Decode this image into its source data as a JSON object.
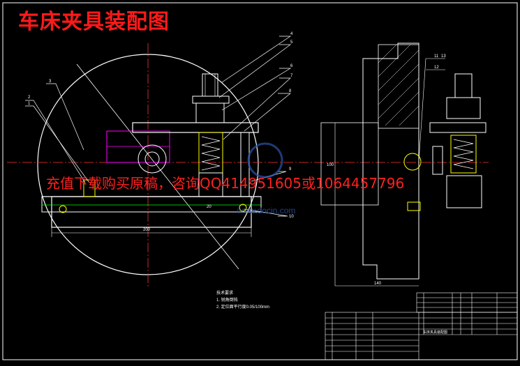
{
  "title": "车床夹具装配图",
  "watermark_text": "充值下载购买原稿，咨询QQ414951605或1064457796",
  "site_watermark": "www.docin.com",
  "colors": {
    "background": "#000000",
    "line": "#ffffff",
    "title": "#ff1a1a",
    "centerline": "#ff3030",
    "yellow": "#ffff00",
    "green": "#00ff00",
    "cyan": "#00ffff",
    "magenta": "#ff00ff",
    "blue_watermark": "#2a55a8"
  },
  "part_numbers_left": [
    "1",
    "2",
    "3",
    "4",
    "5",
    "6",
    "7",
    "8",
    "9",
    "10"
  ],
  "part_numbers_right": [
    "11",
    "12",
    "13"
  ],
  "dimensions": {
    "bottom_width": "200",
    "small_gap": "20",
    "right_view_width": "140",
    "right_view_height": "100"
  },
  "notes": {
    "heading": "技术要求",
    "line1": "1. 锐角倒钝",
    "line2": "2. 定位面平行度0.05/100mm"
  },
  "title_block": {
    "drawing_name": "车床夹具装配图"
  }
}
